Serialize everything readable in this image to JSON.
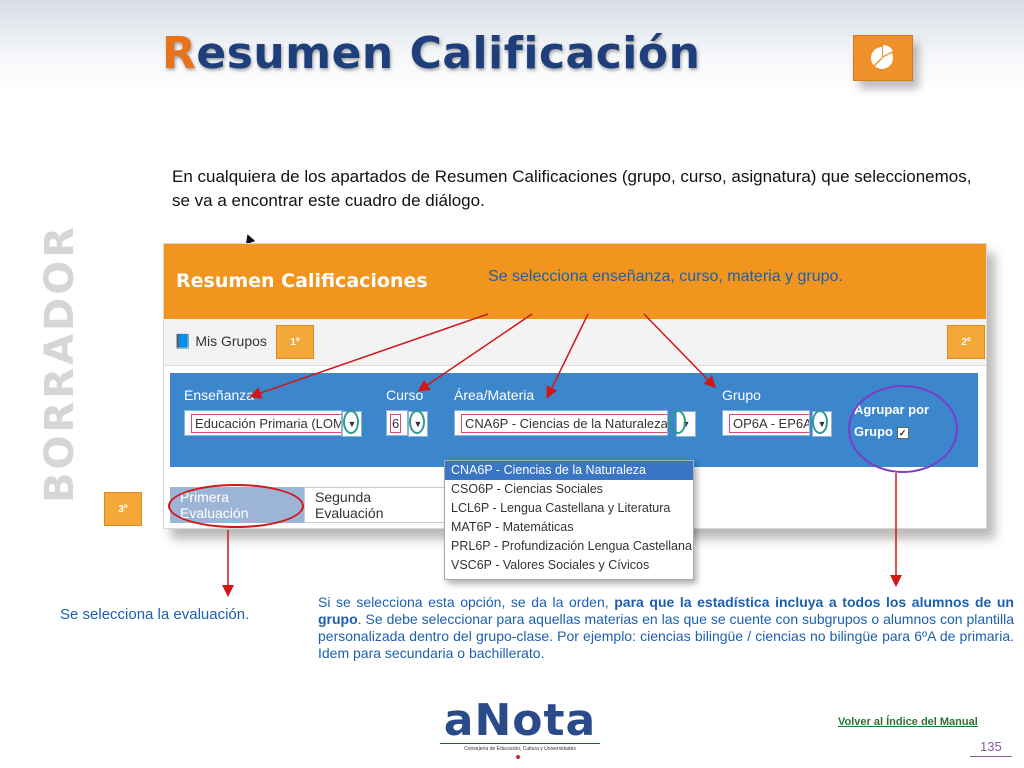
{
  "header": {
    "title_first_letter": "R",
    "title_rest": "esumen Calificación",
    "icon": "pie-chart-icon"
  },
  "watermark": "BORRADOR",
  "intro": "En cualquiera de los apartados de Resumen Calificaciones (grupo, curso, asignatura) que seleccionemos,  se va a encontrar este cuadro de diálogo.",
  "dialog": {
    "title": "Resumen Calificaciones",
    "hint": "Se selecciona enseñanza, curso, materia y grupo.",
    "groups_tab": "Mis Grupos",
    "steps": [
      "1º",
      "2º",
      "3º"
    ],
    "filters": {
      "ensenanza_label": "Enseñanza",
      "ensenanza_value": "Educación Primaria (LOM",
      "curso_label": "Curso",
      "curso_value": "6",
      "area_label": "Área/Materia",
      "area_value": "CNA6P - Ciencias de la Naturaleza",
      "grupo_label": "Grupo",
      "grupo_value": "OP6A - EP6A",
      "agrupar_label_1": "Agrupar por",
      "agrupar_label_2": "Grupo",
      "agrupar_checked": true
    },
    "tabs": [
      "Primera Evaluación",
      "Segunda Evaluación"
    ]
  },
  "subject_options": [
    "CNA6P - Ciencias de la Naturaleza",
    "CSO6P - Ciencias Sociales",
    "LCL6P - Lengua Castellana y Literatura",
    "MAT6P - Matemáticas",
    "PRL6P - Profundización Lengua Castellana",
    "VSC6P - Valores Sociales y Cívicos"
  ],
  "eval_note": "Se selecciona la  evaluación.",
  "group_note": {
    "part1": "Si se selecciona esta opción, se da la orden, ",
    "bold": "para que la estadística incluya a todos los alumnos de un grupo",
    "part2": ". Se debe seleccionar para aquellas materias en las que se cuente con subgrupos o alumnos con plantilla personalizada dentro del grupo-clase. Por ejemplo: ciencias bilingüe / ciencias no bilingüe para 6ºA de primaria. Idem  para secundaria o bachillerato."
  },
  "logo": {
    "text": "aNota",
    "subtitle": "Consejería de Educación, Cultura y Universidades"
  },
  "back_link": "Volver al  Índice del  Manual",
  "page_number": "135",
  "colors": {
    "accent_orange": "#f2951f",
    "brand_blue": "#1f3f7a",
    "filter_blue": "#3c86cb",
    "annotation_red": "#d01818"
  }
}
